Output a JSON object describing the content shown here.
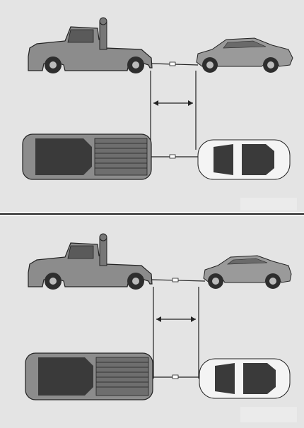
{
  "figure": {
    "panels": [
      {
        "id": "top",
        "arrangement": "tow-truck-towing-car-with-spacing"
      },
      {
        "id": "bottom",
        "arrangement": "tow-truck-towing-car-with-spacing"
      }
    ],
    "icons": {
      "tow_truck": "tow-truck-side-icon",
      "car_side": "sedan-side-icon",
      "pickup_top": "pickup-top-view-icon",
      "car_top": "sedan-top-view-icon",
      "dimension": "double-arrow-icon"
    },
    "colors": {
      "background": "#e4e4e4",
      "vehicle_body": "#8c8c8c",
      "vehicle_dark": "#3a3a3a",
      "line": "#222222"
    }
  }
}
